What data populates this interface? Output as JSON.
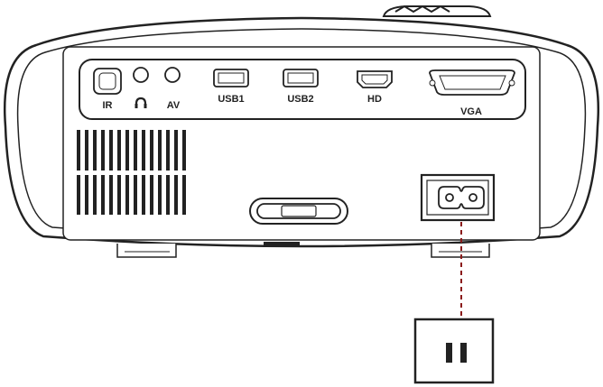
{
  "ports": {
    "ir": "IR",
    "av": "AV",
    "usb1": "USB1",
    "usb2": "USB2",
    "hd": "HD",
    "vga": "VGA"
  },
  "icons": {
    "headphone": "headphone-icon",
    "power_socket": "power-inlet-icon",
    "wall_outlet": "wall-outlet-icon"
  },
  "colors": {
    "stroke": "#222222",
    "body": "#ffffff",
    "cable": "#8b1a1a"
  }
}
